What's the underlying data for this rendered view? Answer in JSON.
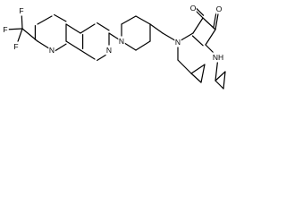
{
  "structure": {
    "atom_labels": {
      "f_top": "F",
      "f_mid": "F",
      "f_bot": "F",
      "n_naphth_left": "N",
      "n_naphth_right": "N",
      "n_piperidine": "N",
      "n_tertiary": "N",
      "o_left": "O",
      "o_right": "O",
      "nh_amine": "NH"
    },
    "colors": {
      "bond": "#000000",
      "label": "#000000",
      "background": "#ffffff"
    }
  }
}
